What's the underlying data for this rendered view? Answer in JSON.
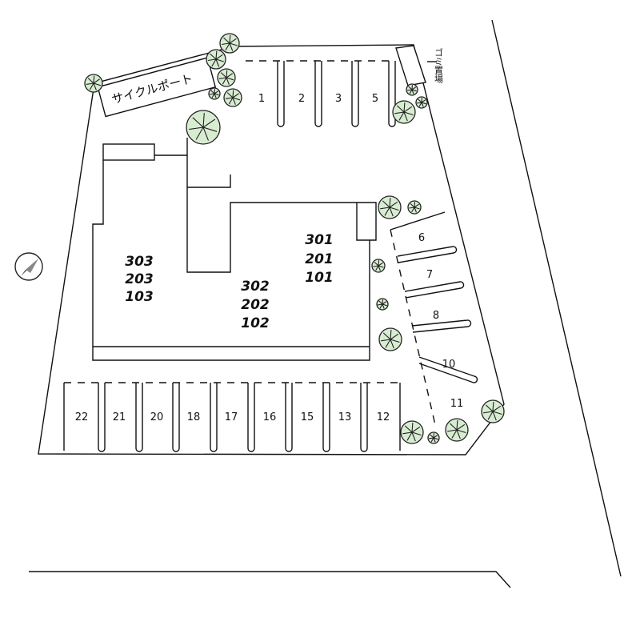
{
  "cycle_port_label": "サイクルポート",
  "garbage_label": "ゴミ置場",
  "rooms": {
    "left": [
      "303",
      "203",
      "103"
    ],
    "center": [
      "302",
      "202",
      "102"
    ],
    "right": [
      "301",
      "201",
      "101"
    ]
  },
  "parking_top": [
    "1",
    "2",
    "3",
    "5"
  ],
  "parking_right": [
    "6",
    "7",
    "8",
    "10",
    "11"
  ],
  "parking_bottom": [
    "22",
    "21",
    "20",
    "18",
    "17",
    "16",
    "15",
    "13",
    "12"
  ],
  "colors": {
    "tree_fill": "#d8ecd2",
    "line": "#111111"
  },
  "icons": {
    "compass": "north-arrow-icon",
    "tree": "tree-icon"
  }
}
